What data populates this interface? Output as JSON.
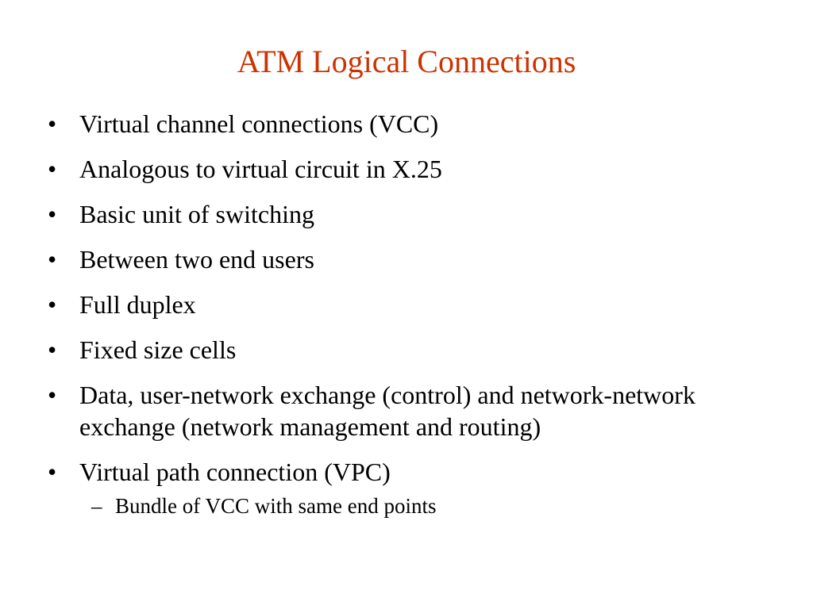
{
  "slide": {
    "title": "ATM Logical Connections",
    "title_color": "#cc3300",
    "bullet_marker": "•",
    "sub_marker": "–",
    "bullets": [
      "Virtual channel connections (VCC)",
      "Analogous to virtual circuit in X.25",
      "Basic unit of switching",
      "Between two end users",
      "Full duplex",
      "Fixed size cells",
      "Data, user-network exchange (control) and network-network exchange (network management and routing)",
      "Virtual path connection (VPC)"
    ],
    "sub_bullets": [
      "Bundle of VCC with same end points"
    ]
  }
}
